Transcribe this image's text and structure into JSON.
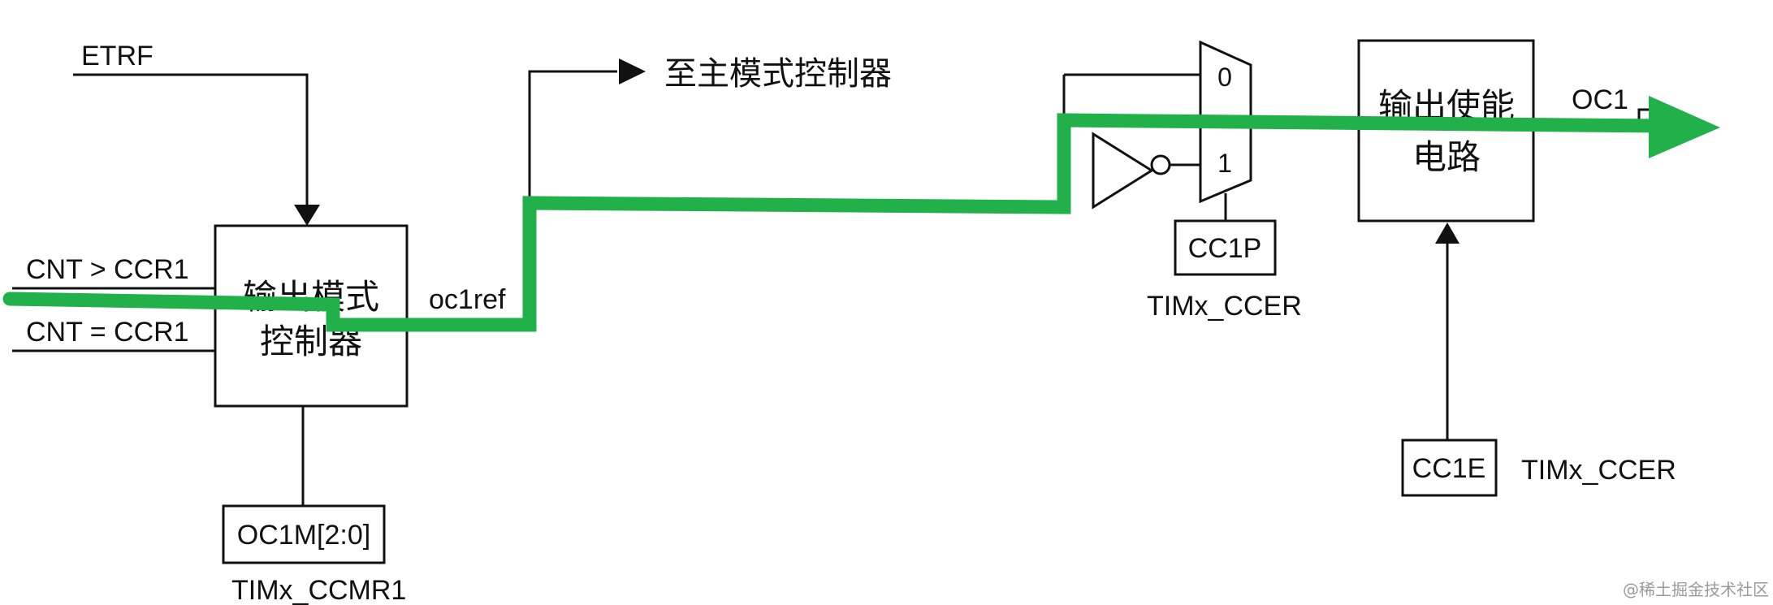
{
  "diagram": {
    "inputs": {
      "etrf": "ETRF",
      "cnt_gt": "CNT > CCR1",
      "cnt_eq": "CNT = CCR1"
    },
    "mode_controller": {
      "line1": "输出模式",
      "line2": "控制器"
    },
    "ocref": "oc1ref",
    "to_master": "至主模式控制器",
    "oc1m": "OC1M[2:0]",
    "ccmr1": "TIMx_CCMR1",
    "mux": {
      "in0": "0",
      "in1": "1"
    },
    "cc1p": "CC1P",
    "ccer_1": "TIMx_CCER",
    "enable_circuit": {
      "line1": "输出使能",
      "line2": "电路"
    },
    "oc1": "OC1",
    "cc1e": "CC1E",
    "ccer_2": "TIMx_CCER"
  },
  "watermark": "@稀土掘金技术社区",
  "colors": {
    "line": "#111111",
    "highlight": "#22b04b",
    "background": "#ffffff"
  }
}
